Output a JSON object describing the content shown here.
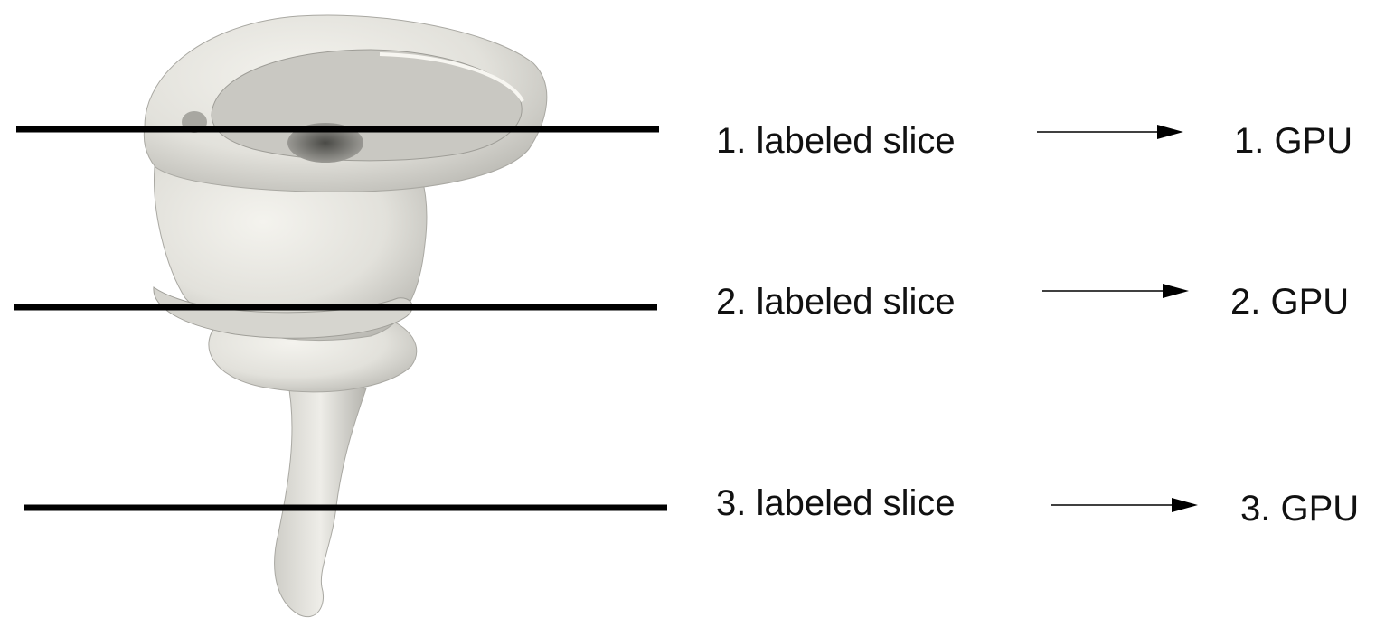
{
  "colors": {
    "background": "#ffffff",
    "slice_line": "#000000",
    "text": "#111111",
    "object_fill": "#e9e8e2",
    "object_shadow": "#9c9b95"
  },
  "object": {
    "icon": "cochlea-3d-render"
  },
  "rows": [
    {
      "slice_label": "1. labeled slice",
      "gpu_label": "1. GPU"
    },
    {
      "slice_label": "2. labeled slice",
      "gpu_label": "2. GPU"
    },
    {
      "slice_label": "3. labeled slice",
      "gpu_label": "3. GPU"
    }
  ]
}
